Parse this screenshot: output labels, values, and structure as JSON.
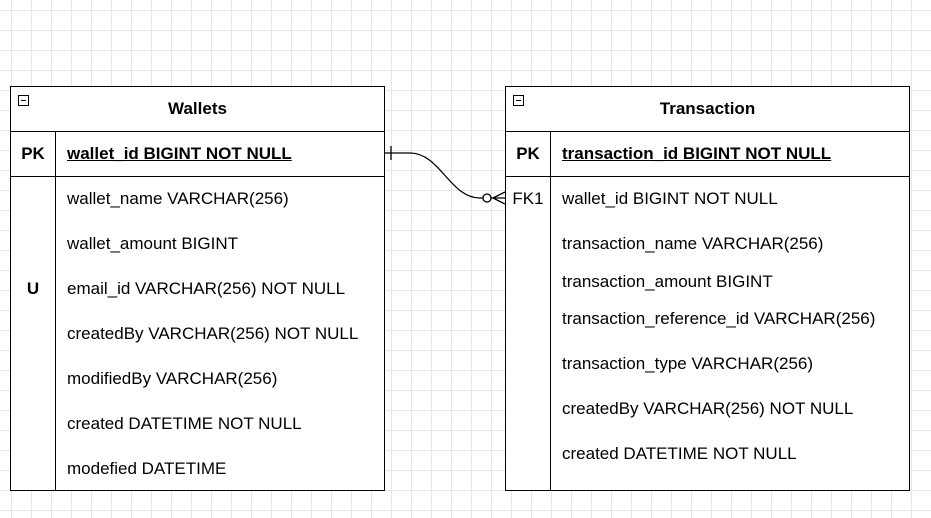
{
  "tables": [
    {
      "title": "Wallets",
      "pk_label": "PK",
      "pk_field": "wallet_id BIGINT NOT NULL",
      "key_labels": [
        "",
        "",
        "U",
        "",
        "",
        "",
        ""
      ],
      "fields": [
        "wallet_name VARCHAR(256)",
        "wallet_amount BIGINT",
        "email_id VARCHAR(256) NOT NULL",
        "createdBy VARCHAR(256) NOT NULL",
        "modifiedBy VARCHAR(256)",
        "created DATETIME NOT NULL",
        "modefied DATETIME"
      ]
    },
    {
      "title": "Transaction",
      "pk_label": "PK",
      "pk_field": "transaction_id BIGINT NOT NULL",
      "key_labels": [
        "FK1",
        "",
        "",
        "",
        "",
        "",
        ""
      ],
      "fields": [
        "wallet_id BIGINT NOT NULL",
        "transaction_name VARCHAR(256)",
        "transaction_amount BIGINT",
        "transaction_reference_id VARCHAR(256)",
        "transaction_type VARCHAR(256)",
        "createdBy VARCHAR(256) NOT NULL",
        "created DATETIME NOT NULL"
      ]
    }
  ],
  "relationship": {
    "from": "Wallets",
    "to": "Transaction",
    "from_cardinality": "one",
    "to_cardinality": "zero-or-many"
  }
}
